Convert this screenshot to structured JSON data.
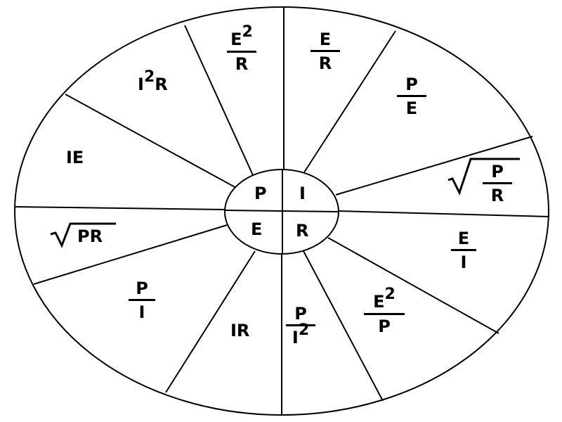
{
  "center": {
    "p": "P",
    "i": "I",
    "e": "E",
    "r": "R"
  },
  "sectors": {
    "i2r": {
      "base": "I",
      "exp": "2",
      "tail": "R"
    },
    "e2_over_r": {
      "num_base": "E",
      "num_exp": "2",
      "den": "R"
    },
    "e_over_r": {
      "num": "E",
      "den": "R"
    },
    "p_over_e": {
      "num": "P",
      "den": "E"
    },
    "sqrt_p_over_r": {
      "num": "P",
      "den": "R"
    },
    "e_over_i": {
      "num": "E",
      "den": "I"
    },
    "e2_over_p": {
      "num_base": "E",
      "num_exp": "2",
      "den": "P"
    },
    "p_over_i2": {
      "num": "P",
      "den_base": "I",
      "den_exp": "2"
    },
    "ir": "IR",
    "p_over_i": {
      "num": "P",
      "den": "I"
    },
    "sqrt_pr": "PR",
    "ie": "IE"
  }
}
